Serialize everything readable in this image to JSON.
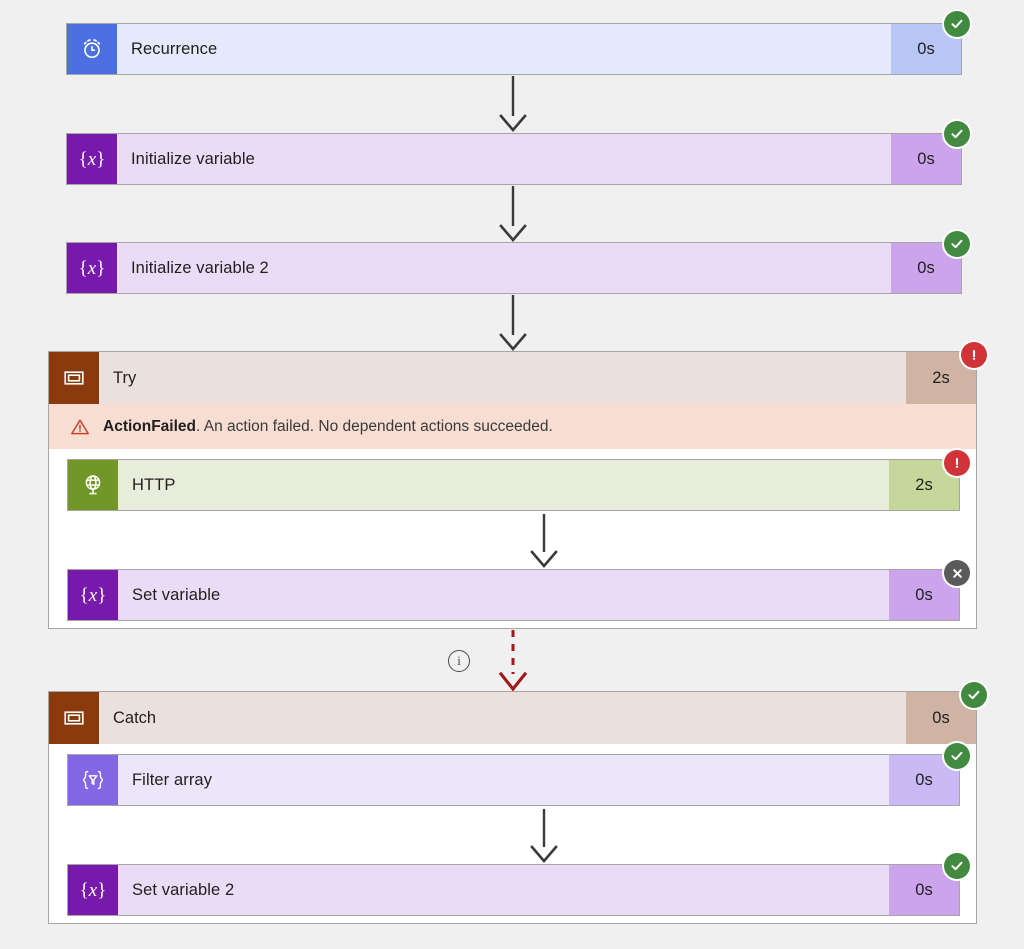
{
  "view": {
    "name": "flow-run-history",
    "background_color": "#f0f0f0"
  },
  "palette": {
    "success": "#428a3f",
    "failed": "#d13438",
    "skipped": "#5a5a5a",
    "arrow": "#3b3a39",
    "failed_arrow": "#9e1b1b",
    "error_banner_bg": "#f7ddd2",
    "recurrence": "#4c6fe2",
    "variable": "#7719aa",
    "http": "#709727",
    "filter": "#8366e3",
    "scope": "#8a3b0e"
  },
  "steps": [
    {
      "id": "recurrence",
      "name": "Recurrence",
      "duration": "0s",
      "status": "Succeeded",
      "icon": "alarm-clock-icon",
      "theme": "t-recurrence"
    },
    {
      "id": "initialize-variable",
      "name": "Initialize variable",
      "duration": "0s",
      "status": "Succeeded",
      "icon": "variable-braces-icon",
      "theme": "t-variable"
    },
    {
      "id": "initialize-variable-2",
      "name": "Initialize variable 2",
      "duration": "0s",
      "status": "Succeeded",
      "icon": "variable-braces-icon",
      "theme": "t-variable"
    }
  ],
  "try_scope": {
    "id": "try",
    "name": "Try",
    "duration": "2s",
    "status": "Failed",
    "icon": "scope-icon",
    "error": {
      "icon": "warning-triangle-icon",
      "code": "ActionFailed",
      "message": ". An action failed. No dependent actions succeeded."
    },
    "children": [
      {
        "id": "http",
        "name": "HTTP",
        "duration": "2s",
        "status": "Failed",
        "icon": "globe-icon",
        "theme": "t-http"
      },
      {
        "id": "set-variable",
        "name": "Set variable",
        "duration": "0s",
        "status": "Skipped",
        "icon": "variable-braces-icon",
        "theme": "t-variable"
      }
    ]
  },
  "failure_link": {
    "id": "try-to-catch",
    "style": "dashed",
    "color": "#9e1b1b",
    "info_icon": "info-circle-icon",
    "info_label": "i"
  },
  "catch_scope": {
    "id": "catch",
    "name": "Catch",
    "duration": "0s",
    "status": "Succeeded",
    "icon": "scope-icon",
    "children": [
      {
        "id": "filter-array",
        "name": "Filter array",
        "duration": "0s",
        "status": "Succeeded",
        "icon": "filter-braces-icon",
        "theme": "t-filter"
      },
      {
        "id": "set-variable-2",
        "name": "Set variable 2",
        "duration": "0s",
        "status": "Succeeded",
        "icon": "variable-braces-icon",
        "theme": "t-variable"
      }
    ]
  }
}
